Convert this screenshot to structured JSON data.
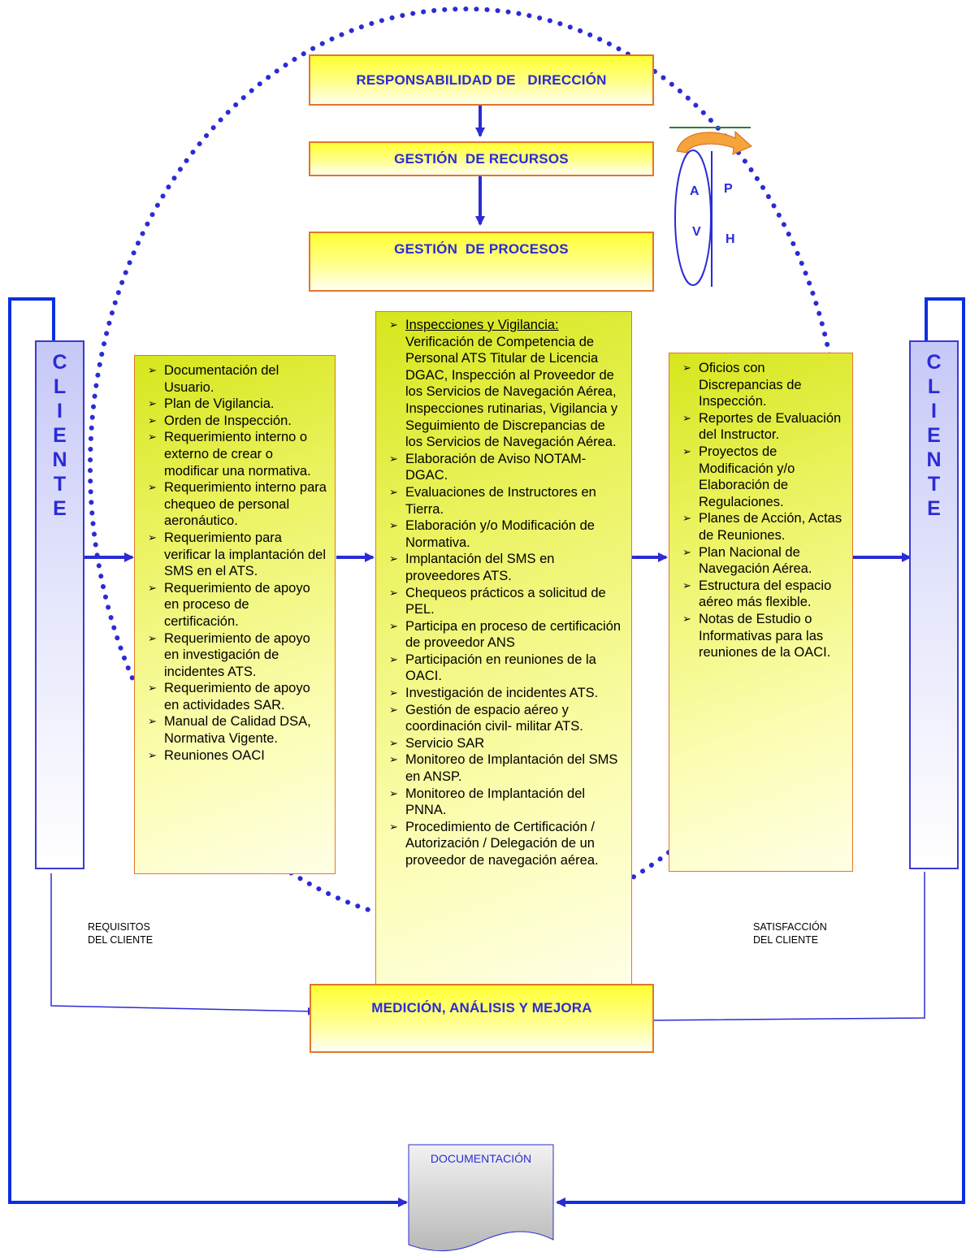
{
  "top_boxes": {
    "responsabilidad": "RESPONSABILIDAD DE   DIRECCIÓN",
    "recursos": "GESTIÓN  DE RECURSOS",
    "procesos": "GESTIÓN  DE PROCESOS",
    "medicion": "MEDICIÓN, ANÁLISIS Y MEJORA"
  },
  "pdca": {
    "a": "A",
    "p": "P",
    "v": "V",
    "h": "H"
  },
  "client_left": {
    "letters": "C\nL\nI\nE\nN\nT\nE"
  },
  "client_right": {
    "letters": "C\nL\nI\nE\nN\nT\nE"
  },
  "left_box": {
    "items": [
      "Documentación del Usuario.",
      "Plan de Vigilancia.",
      "Orden de Inspección.",
      "Requerimiento interno o externo de crear o modificar una normativa.",
      "Requerimiento interno para chequeo de personal aeronáutico.",
      "Requerimiento para verificar la implantación del SMS en el ATS.",
      "Requerimiento de apoyo en proceso de certificación.",
      "Requerimiento de apoyo en investigación de incidentes ATS.",
      "Requerimiento de apoyo en actividades SAR.",
      "Manual de Calidad DSA, Normativa Vigente.",
      "Reuniones OACI"
    ]
  },
  "middle_box": {
    "first_heading": "Inspecciones y Vigilancia:",
    "first_text": "Verificación de Competencia de Personal ATS Titular de Licencia DGAC, Inspección  al Proveedor de los Servicios de Navegación Aérea, Inspecciones rutinarias, Vigilancia y Seguimiento de Discrepancias de los Servicios de Navegación Aérea.",
    "items": [
      "Elaboración de Aviso NOTAM-DGAC.",
      "Evaluaciones de Instructores en Tierra.",
      "Elaboración y/o Modificación de Normativa.",
      "Implantación del SMS en proveedores ATS.",
      "Chequeos prácticos a solicitud de PEL.",
      "Participa en proceso de certificación de  proveedor ANS",
      "Participación en reuniones de la OACI.",
      "Investigación de incidentes ATS.",
      "Gestión de espacio aéreo y coordinación civil- militar ATS.",
      "Servicio SAR",
      "Monitoreo de Implantación del SMS en ANSP.",
      "Monitoreo de Implantación del PNNA.",
      "Procedimiento de Certificación / Autorización / Delegación de un proveedor de navegación aérea."
    ]
  },
  "right_box": {
    "items": [
      "Oficios con Discrepancias de Inspección.",
      "Reportes de Evaluación del Instructor.",
      "Proyectos de Modificación y/o Elaboración de Regulaciones.",
      "Planes de Acción, Actas de Reuniones.",
      "Plan Nacional de Navegación Aérea.",
      "Estructura del espacio aéreo más flexible.",
      "Notas de Estudio o Informativas para las reuniones de la OACI."
    ]
  },
  "labels": {
    "requisitos": "REQUISITOS\nDEL CLIENTE",
    "satisfaccion": "SATISFACCIÓN\nDEL CLIENTE",
    "documentacion": "DOCUMENTACIÓN"
  },
  "colors": {
    "blue": "#2b2bd6",
    "orange": "#e2762a",
    "yellow": "#ffff33",
    "green_bar": "#2e7d32"
  }
}
